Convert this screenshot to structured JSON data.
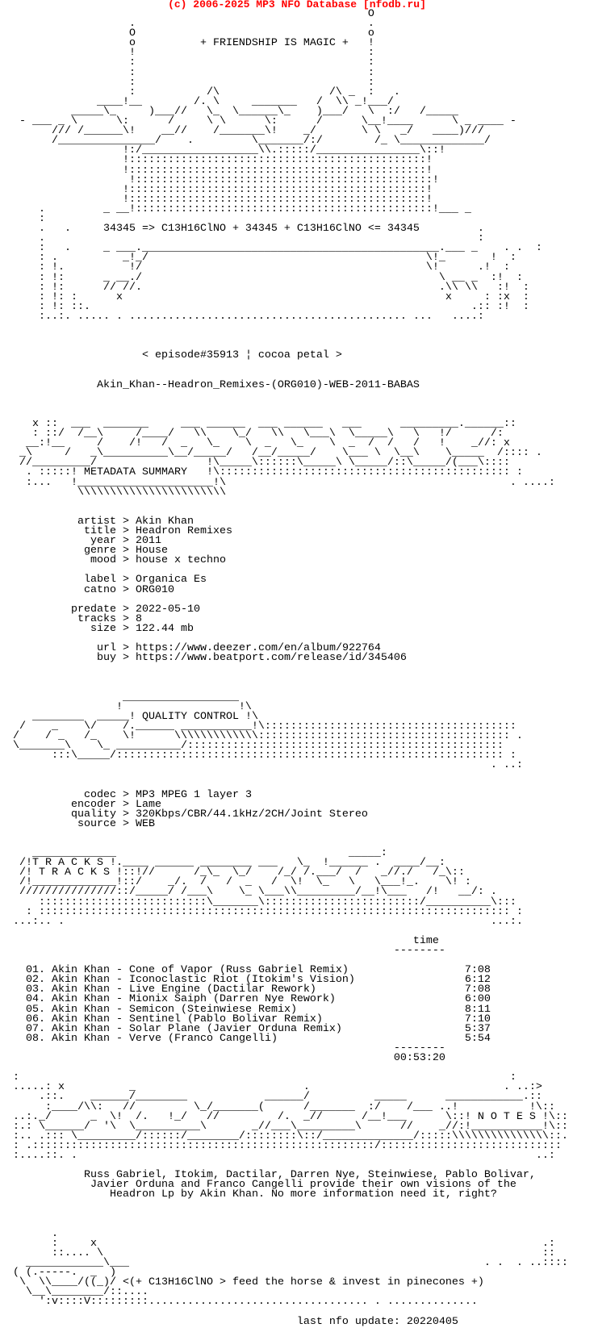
{
  "header": {
    "copyright": "(c) 2006-2025 MP3 NFO Database [nfodb.ru]"
  },
  "banner": {
    "slogan": "+ FRIENDSHIP IS MAGIC +",
    "formula": "34345 => C13H16ClNO + 34345 + C13H16ClNO <= 34345",
    "episode": "< episode#35913 ¦ cocoa petal >",
    "release_name": "Akin_Khan--Headron_Remixes-(ORG010)-WEB-2011-BABAS"
  },
  "metadata": {
    "section_title": "METADATA SUMMARY",
    "fields": [
      {
        "label": "artist",
        "value": "Akin Khan"
      },
      {
        "label": "title",
        "value": "Headron Remixes"
      },
      {
        "label": "year",
        "value": "2011"
      },
      {
        "label": "genre",
        "value": "House"
      },
      {
        "label": "mood",
        "value": "house x techno"
      },
      {
        "label": "label",
        "value": "Organica Es"
      },
      {
        "label": "catno",
        "value": "ORG010"
      },
      {
        "label": "predate",
        "value": "2022-05-10"
      },
      {
        "label": "tracks",
        "value": "8"
      },
      {
        "label": "size",
        "value": "122.44 mb"
      },
      {
        "label": "url",
        "value": "https://www.deezer.com/en/album/922764"
      },
      {
        "label": "buy",
        "value": "https://www.beatport.com/release/id/345406"
      }
    ]
  },
  "quality": {
    "section_title": "QUALITY CONTROL",
    "fields": [
      {
        "label": "codec",
        "value": "MP3 MPEG 1 layer 3"
      },
      {
        "label": "encoder",
        "value": "Lame"
      },
      {
        "label": "quality",
        "value": "320Kbps/CBR/44.1kHz/2CH/Joint Stereo"
      },
      {
        "label": "source",
        "value": "WEB"
      }
    ]
  },
  "tracks": {
    "section_title": "T R A C K S",
    "time_header": "time",
    "items": [
      {
        "num": "01.",
        "artist": "Akin Khan",
        "title": "Cone of Vapor (Russ Gabriel Remix)",
        "time": "7:08"
      },
      {
        "num": "02.",
        "artist": "Akin Khan",
        "title": "Iconoclastic Riot (Itokim's Vision)",
        "time": "6:12"
      },
      {
        "num": "03.",
        "artist": "Akin Khan",
        "title": "Live Engine (Dactilar Rework)",
        "time": "7:08"
      },
      {
        "num": "04.",
        "artist": "Akin Khan",
        "title": "Mionix Saiph (Darren Nye Rework)",
        "time": "6:00"
      },
      {
        "num": "05.",
        "artist": "Akin Khan",
        "title": "Semicon (Steinwiese Remix)",
        "time": "8:11"
      },
      {
        "num": "06.",
        "artist": "Akin Khan",
        "title": "Sentinel (Pablo Bolivar Remix)",
        "time": "7:10"
      },
      {
        "num": "07.",
        "artist": "Akin Khan",
        "title": "Solar Plane (Javier Orduna Remix)",
        "time": "5:37"
      },
      {
        "num": "08.",
        "artist": "Akin Khan",
        "title": "Verve (Franco Cangelli)",
        "time": "5:54"
      }
    ],
    "total_time": "00:53:20"
  },
  "notes": {
    "section_title": "N O T E S",
    "text_lines": [
      "Russ Gabriel, Itokim, Dactilar, Darren Nye, Steinwiese, Pablo Bolivar,",
      "Javier Orduna and Franco Cangelli provide their own visions of the",
      "Headron Lp by Akin Khan. No more information need it, right?"
    ]
  },
  "footer": {
    "tagline": "<(+ C13H16ClNO > feed the horse & invest in pinecones +)",
    "last_update": "last nfo update: 20220405"
  },
  "art": {
    "top": [
      "                                                       O",
      "                  .                                    .",
      "                  O                                    o",
      "                  o          + FRIENDSHIP IS MAGIC +   !",
      "                  !                                    :",
      "                  :                                    :",
      "                  :                                    :",
      "                  :                                    :",
      "                  :           /\\                 /\\ _  :   .",
      "             ____!__        /. \\     _______   /  \\\\ _!___/",
      "         _____\\_     )___//   \\_  \\______\\_    )___/   \\  :/   /_____",
      " - ___ _ \\      \\:      /     \\ \\      \\:      /      \\__!____      \\ _ ____ -",
      "      /// /______\\!    __//    /_______\\!    _/       \\ \\   _/   ____)///",
      "      /_______________/    .         \\_______/:/        /_ \\_____________/",
      "                 !:/__________________\\\\.:::::/________________\\::!",
      "                 !::::::::::::::::::::::::::::::::::::::::::::::!",
      "                 !::::::::::::::::::::::::::::::::::::::::::::::!",
      "                  !::::::::::::::::::::::::::::::::::::::::::::::!",
      "                 !::::::::::::::::::::::::::::::::::::::::::::::!",
      "                 !::::::::::::::::::::::::::::::::::::::::::::::!",
      "    .         _ __!::::::::::::::::::::::::::::::::::::::::::::::!___ _",
      "    :",
      "    .   .     34345 => C13H16ClNO + 34345 + C13H16ClNO <= 34345         .",
      "    .                                                                   :",
      "    :   .     _ ___.______________________________________________.___ _    . .  :",
      "    : .          _!_/                                           \\!_       !  :",
      "    : !.          !/                                            \\!      .!  :",
      "    : !:      _ __./                                              \\ __ _  :!  :",
      "    : !:      // //.                                              .\\\\ \\\\   :!  :",
      "    : !: :      x                                                  x     : :x  :",
      "    : !: ::.                                                           .:: :!  :",
      "    :..:. ..... . ........................................... ...   ....:"
    ]
  }
}
